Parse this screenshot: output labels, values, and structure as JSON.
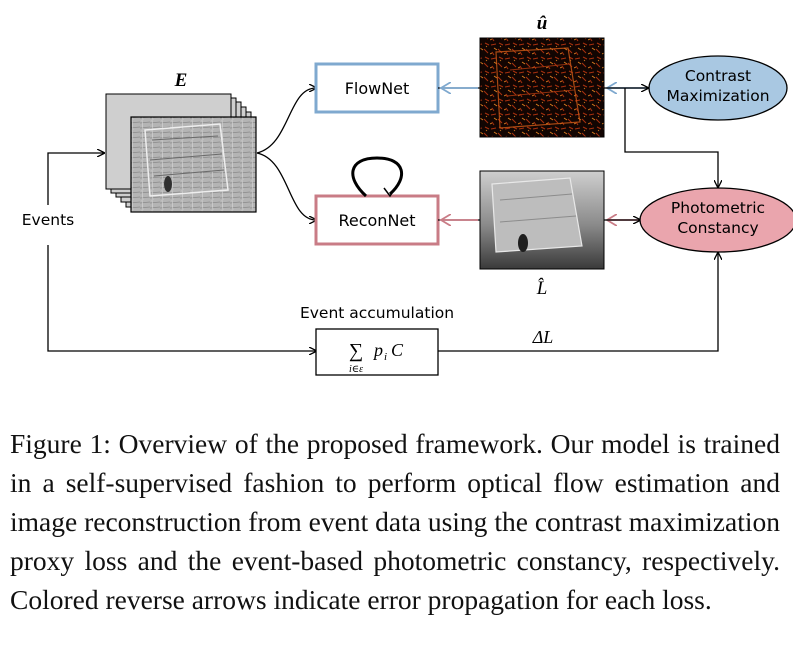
{
  "figure": {
    "labels": {
      "events": "Events",
      "E": "E",
      "u_hat": "û",
      "L_hat": "L̂",
      "event_accumulation": "Event accumulation",
      "delta_L": "ΔL",
      "sum_main": "p",
      "sum_sub_i": "i",
      "sum_C": "C",
      "sum_limits": "i∈ε"
    },
    "nodes": {
      "flownet": "FlowNet",
      "reconnet": "ReconNet",
      "contrast_line1": "Contrast",
      "contrast_line2": "Maximization",
      "photometric_line1": "Photometric",
      "photometric_line2": "Constancy"
    },
    "colors": {
      "flow_blue": "#7fa9cf",
      "recon_red": "#c97c86",
      "contrast_fill": "#a9c8e2",
      "photometric_fill": "#eaa5ad"
    }
  },
  "caption": {
    "text": "Figure 1: Overview of the proposed framework. Our model is trained in a self-supervised fashion to perform optical flow estimation and image reconstruction from event data using the contrast maximization proxy loss and the event-based photometric constancy, respectively. Colored reverse arrows indicate error propagation for each loss."
  }
}
